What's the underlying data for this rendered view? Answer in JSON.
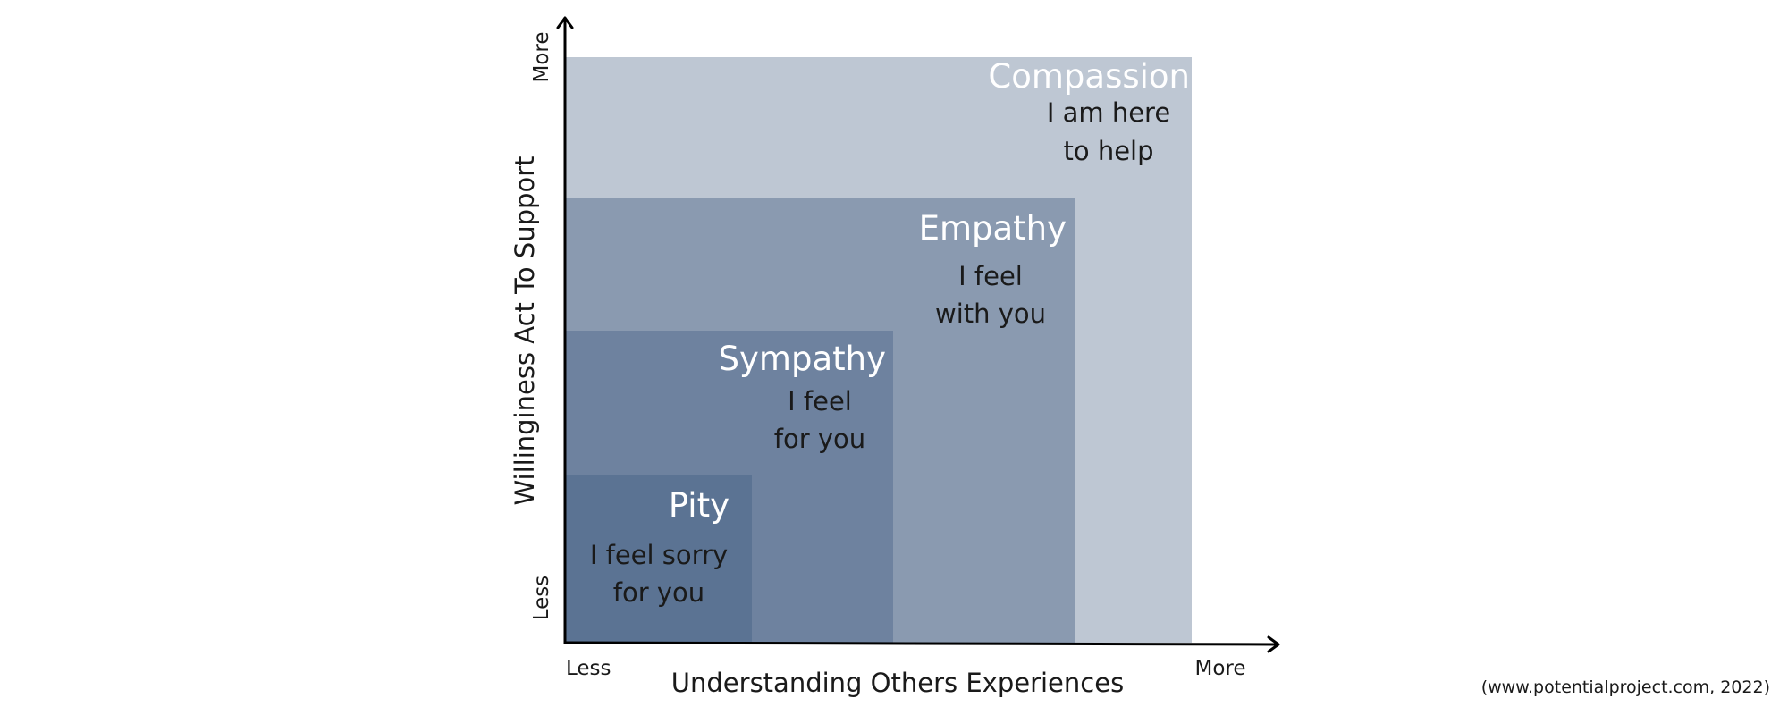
{
  "colors": {
    "compassion": "#bec7d3",
    "empathy": "#8a9ab0",
    "sympathy": "#6e829f",
    "pity": "#5b7393",
    "title_text": "#ffffff",
    "body_text": "#1a1a1a",
    "axis": "#000000"
  },
  "regions": [
    {
      "title": "Compassion",
      "line1": "I am here",
      "line2": "to help"
    },
    {
      "title": "Empathy",
      "line1": "I feel",
      "line2": "with you"
    },
    {
      "title": "Sympathy",
      "line1": "I feel",
      "line2": "for you"
    },
    {
      "title": "Pity",
      "line1": "I feel sorry",
      "line2": "for you"
    }
  ],
  "axes": {
    "x_label": "Understanding Others Experiences",
    "y_label": "Willinginess Act To Support",
    "x_less": "Less",
    "x_more": "More",
    "y_less": "Less",
    "y_more": "More"
  },
  "source": "(www.potentialproject.com, 2022)"
}
